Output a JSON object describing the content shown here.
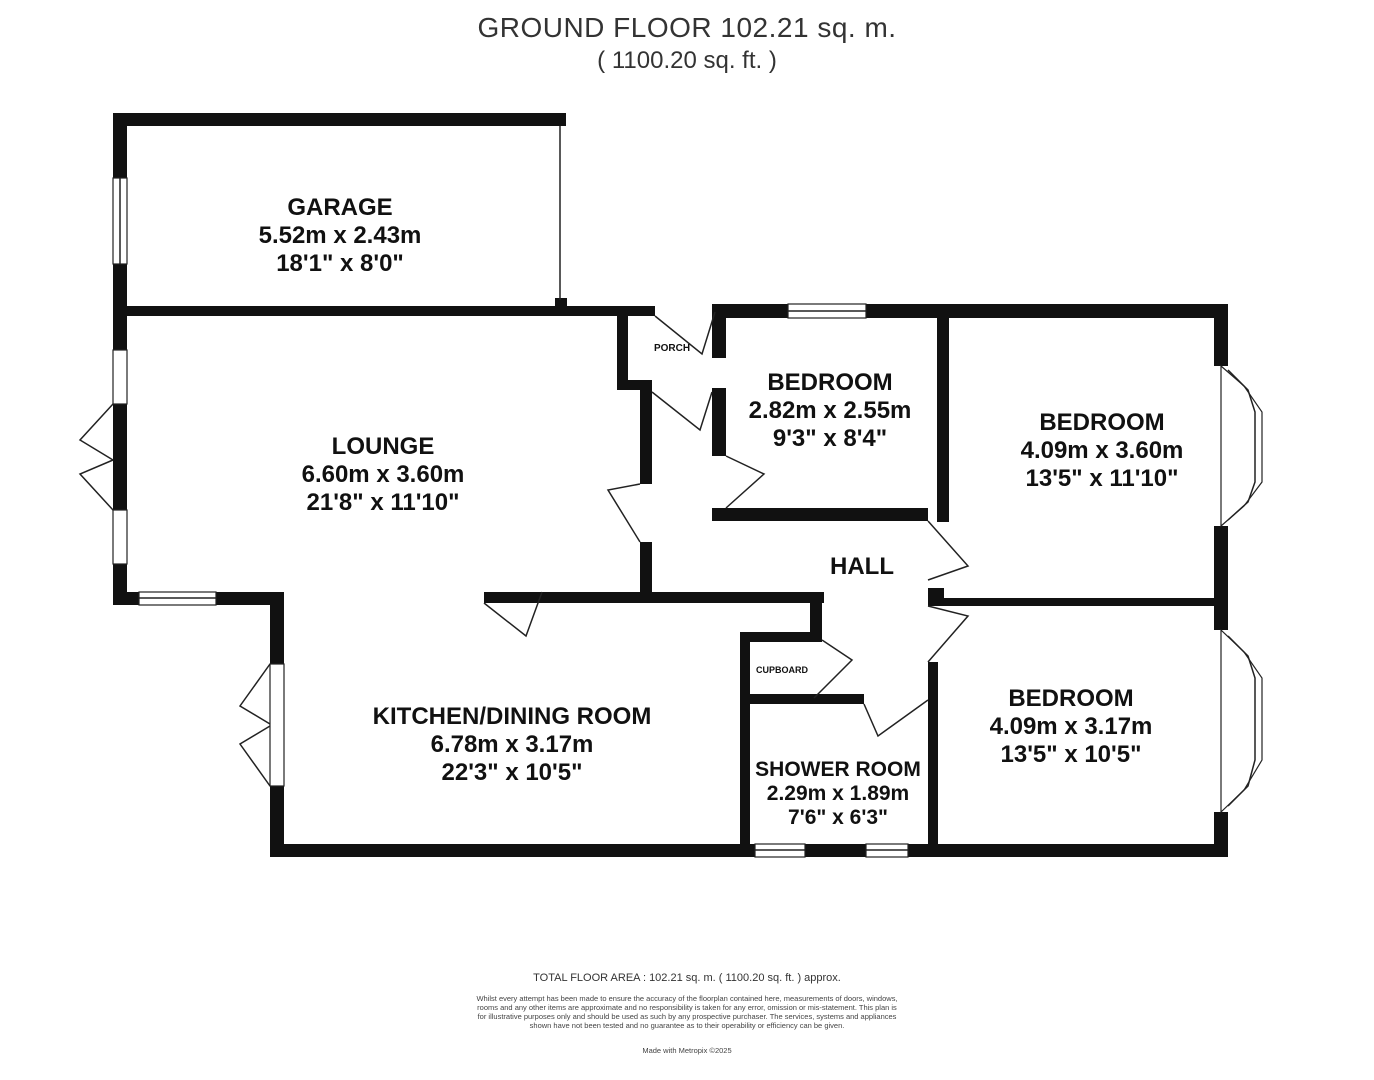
{
  "header": {
    "title": "GROUND FLOOR 102.21 sq. m.",
    "subtitle": "( 1100.20 sq. ft. )"
  },
  "rooms": {
    "garage": {
      "name": "GARAGE",
      "metric": "5.52m x 2.43m",
      "imperial": "18'1\" x 8'0\""
    },
    "lounge": {
      "name": "LOUNGE",
      "metric": "6.60m x 3.60m",
      "imperial": "21'8\" x 11'10\""
    },
    "porch": {
      "name": "PORCH"
    },
    "bedroom_small": {
      "name": "BEDROOM",
      "metric": "2.82m x 2.55m",
      "imperial": "9'3\" x 8'4\""
    },
    "bedroom_front": {
      "name": "BEDROOM",
      "metric": "4.09m x 3.60m",
      "imperial": "13'5\" x 11'10\""
    },
    "hall": {
      "name": "HALL"
    },
    "kitchen": {
      "name": "KITCHEN/DINING ROOM",
      "metric": "6.78m x 3.17m",
      "imperial": "22'3\" x 10'5\""
    },
    "cupboard": {
      "name": "CUPBOARD"
    },
    "shower": {
      "name": "SHOWER ROOM",
      "metric": "2.29m x 1.89m",
      "imperial": "7'6\" x 6'3\""
    },
    "bedroom_rear": {
      "name": "BEDROOM",
      "metric": "4.09m x 3.17m",
      "imperial": "13'5\" x 10'5\""
    }
  },
  "footer": {
    "total": "TOTAL FLOOR AREA : 102.21 sq. m. ( 1100.20 sq. ft. ) approx.",
    "disclaimer": "Whilst every attempt has been made to ensure the accuracy of the floorplan contained here, measurements of doors, windows, rooms and any other items are approximate and no responsibility is taken for any error, omission or mis-statement. This plan is for illustrative purposes only and should be used as such by any prospective purchaser. The services, systems and appliances shown have not been tested and no guarantee as to their operability or efficiency can be given.",
    "credit": "Made with Metropix ©2025"
  }
}
